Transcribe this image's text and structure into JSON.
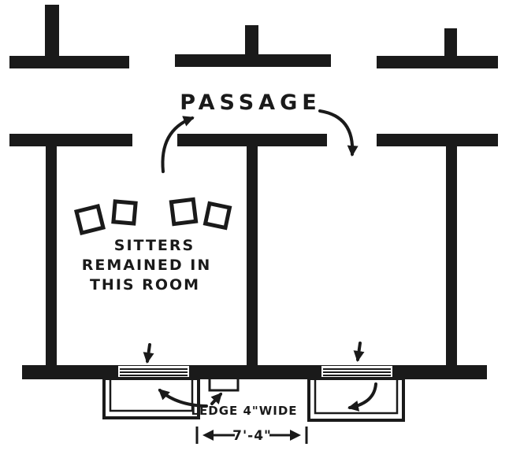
{
  "colors": {
    "ink": "#1a1a1a",
    "background": "#ffffff"
  },
  "labels": {
    "passage": "PASSAGE",
    "sitters_line1": "SITTERS",
    "sitters_line2": "REMAINED IN",
    "sitters_line3": "THIS ROOM",
    "ledge": "LEDGE 4\"WIDE",
    "dimension": "7'-4\""
  }
}
